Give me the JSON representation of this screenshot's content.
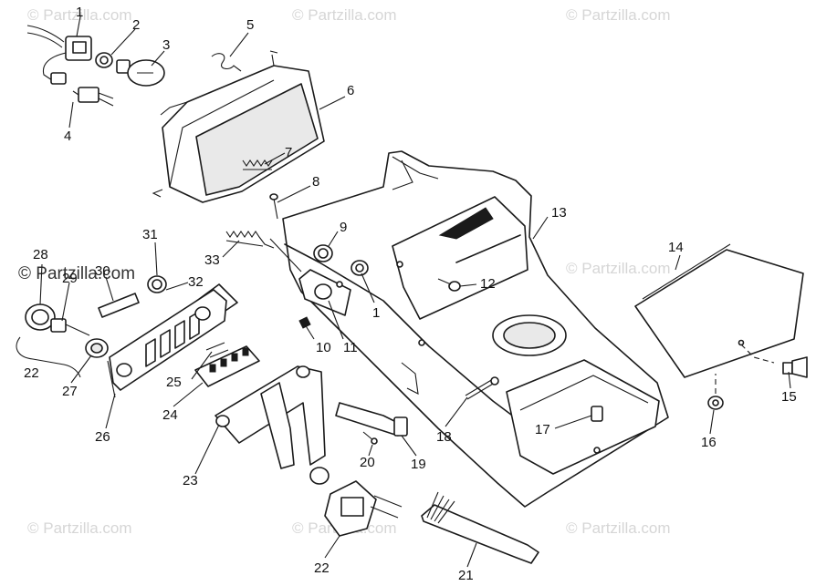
{
  "watermark": {
    "text": "© Partzilla.com",
    "color": "#d6d6d6",
    "dark_text": "© Partzilla.com"
  },
  "callouts": [
    "1",
    "2",
    "3",
    "4",
    "5",
    "6",
    "7",
    "8",
    "9",
    "1",
    "12",
    "13",
    "14",
    "31",
    "33",
    "28",
    "29",
    "30",
    "32",
    "22",
    "10",
    "11",
    "25",
    "27",
    "26",
    "24",
    "17",
    "18",
    "19",
    "20",
    "23",
    "16",
    "15",
    "22",
    "21"
  ],
  "line_color": "#1a1a1a",
  "background": "#ffffff"
}
